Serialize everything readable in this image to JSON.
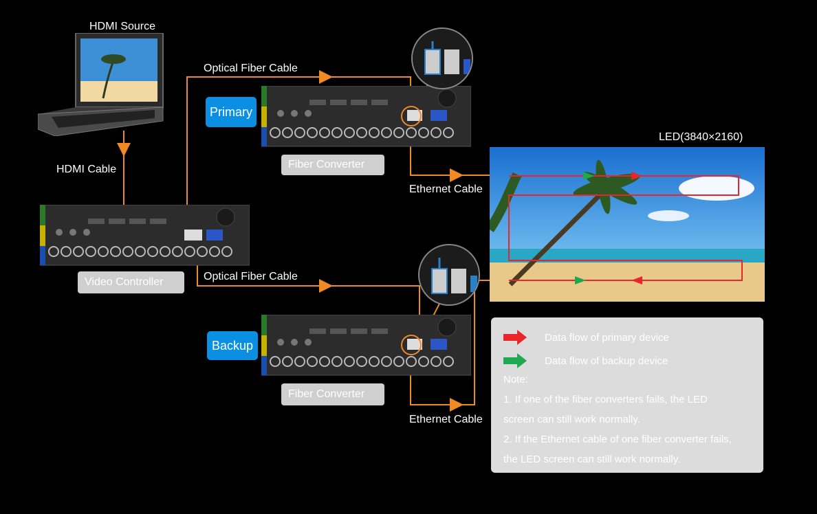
{
  "labels": {
    "hdmi_source": "HDMI Source",
    "hdmi_cable": "HDMI Cable",
    "optical_top": "Optical Fiber Cable",
    "optical_bottom": "Optical Fiber Cable",
    "ethernet_top": "Ethernet Cable",
    "ethernet_bottom": "Ethernet Cable",
    "led": "LED(3840×2160)",
    "primary": "Primary",
    "backup": "Backup",
    "video_controller": "Video Controller",
    "fiber_converter_top": "Fiber Converter",
    "fiber_converter_bottom": "Fiber Converter"
  },
  "legend": {
    "primary_flow": "Data flow of primary device",
    "backup_flow": "Data flow of backup device",
    "note_title": "Note:",
    "note1_line1": "1. If one of the fiber converters fails, the LED",
    "note1_line2": "screen  can still work normally.",
    "note2_line1": "2. If the Ethernet cable of one fiber converter fails,",
    "note2_line2": "the LED screen can still work normally."
  },
  "colors": {
    "cable": "#f08a24",
    "primary_flow": "#e8262a",
    "backup_flow": "#1fa84f",
    "badge": "#0a8fe3",
    "tag": "#cfcfcf",
    "legend_bg": "#dcdcdc"
  }
}
